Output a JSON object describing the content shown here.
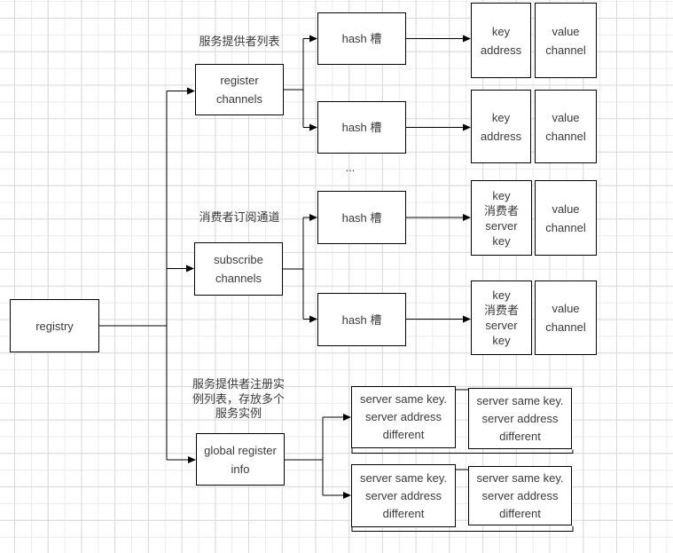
{
  "canvas": {
    "background": "#ffffff",
    "grid": {
      "minor_color": "#ececec",
      "major_color": "#d9d9d9"
    },
    "stroke_color": "#000000",
    "text_color": "#3a3a3a",
    "nodes": {
      "registry": {
        "label": "registry"
      },
      "register_channels": {
        "label": "register\nchannels"
      },
      "subscribe_channels": {
        "label": "subscribe\nchannels"
      },
      "global_register_info": {
        "label": "global register\ninfo"
      },
      "hash_slots": [
        {
          "label": "hash 槽"
        },
        {
          "label": "hash 槽"
        },
        {
          "label": "hash 槽"
        },
        {
          "label": "hash 槽"
        }
      ],
      "kv_pairs": [
        {
          "key": "key\naddress",
          "value": "value\nchannel"
        },
        {
          "key": "key\naddress",
          "value": "value\nchannel"
        },
        {
          "key": "key\n消费者\nserver\nkey",
          "value": "value\nchannel"
        },
        {
          "key": "key\n消费者\nserver\nkey",
          "value": "value\nchannel"
        }
      ],
      "server_groups": [
        {
          "left": "server same key.\nserver address\ndifferent",
          "right": "server same key.\nserver address\ndifferent"
        },
        {
          "left": "server same key.\nserver address\ndifferent",
          "right": "server same key.\nserver address\ndifferent"
        }
      ]
    },
    "annotations": {
      "provider_list": "服务提供者列表",
      "consumer_subscribe": "消费者订阅通道",
      "provider_instances": "服务提供者注册实\n例列表，存放多个\n服务实例",
      "ellipsis": "..."
    }
  }
}
